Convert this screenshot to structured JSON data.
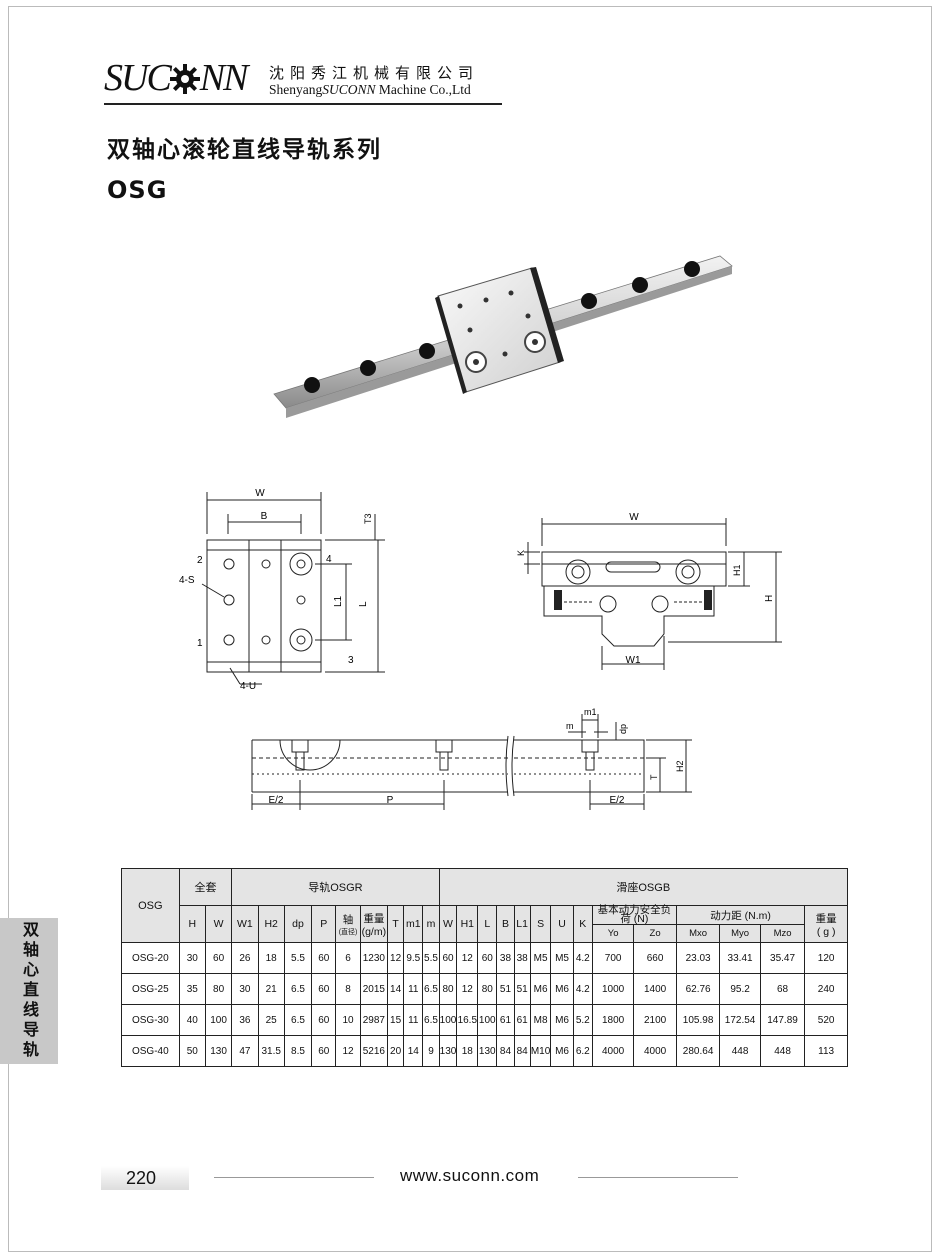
{
  "header": {
    "logo_text": "SUCONN",
    "company_cn": "沈阳秀江机械有限公司",
    "company_en_prefix": "Shenyang",
    "company_en_brand": "SUCONN",
    "company_en_suffix": "Machine Co.,Ltd"
  },
  "title": {
    "series_cn": "双轴心滚轮直线导轨系列",
    "model": "OSG"
  },
  "drawings": {
    "top_view": {
      "w": "W",
      "b": "B",
      "t3": "T3",
      "l": "L",
      "l1": "L1",
      "s": "4-S",
      "u": "4-U",
      "n1": "1",
      "n2": "2",
      "n3": "3",
      "n4": "4"
    },
    "front_view": {
      "w": "W",
      "k": "K",
      "h1": "H1",
      "h": "H",
      "w1": "W1"
    },
    "rail_view": {
      "m1": "m1",
      "m": "m",
      "dp": "dp",
      "t": "T",
      "h2": "H2",
      "e2a": "E/2",
      "p": "P",
      "e2b": "E/2"
    }
  },
  "table": {
    "group_osg": "OSG",
    "group_set": "全套",
    "group_rail": "导轨OSGR",
    "group_carriage": "滑座OSGB",
    "h": "H",
    "w": "W",
    "rail_cols": [
      "W1",
      "H2",
      "dp",
      "P"
    ],
    "shaft_label": "轴",
    "shaft_sub": "(直径)",
    "weight_label": "重量",
    "weight_unit": "(g/m)",
    "rail_cols2": [
      "T",
      "m1",
      "m"
    ],
    "carriage_cols": [
      "W",
      "H1",
      "L",
      "B",
      "L1",
      "S",
      "U",
      "K"
    ],
    "load_label": "基本动力安全负荷 (N)",
    "moment_label": "动力距 (N.m)",
    "carriage_weight": "重量",
    "carriage_weight_unit": "( g )",
    "load_sub": [
      "Yo",
      "Zo"
    ],
    "moment_sub": [
      "Mxo",
      "Myo",
      "Mzo"
    ],
    "rows": [
      [
        "OSG-20",
        "30",
        "60",
        "26",
        "18",
        "5.5",
        "60",
        "6",
        "1230",
        "12",
        "9.5",
        "5.5",
        "60",
        "12",
        "60",
        "38",
        "38",
        "M5",
        "M5",
        "4.2",
        "700",
        "660",
        "23.03",
        "33.41",
        "35.47",
        "120"
      ],
      [
        "OSG-25",
        "35",
        "80",
        "30",
        "21",
        "6.5",
        "60",
        "8",
        "2015",
        "14",
        "11",
        "6.5",
        "80",
        "12",
        "80",
        "51",
        "51",
        "M6",
        "M6",
        "4.2",
        "1000",
        "1400",
        "62.76",
        "95.2",
        "68",
        "240"
      ],
      [
        "OSG-30",
        "40",
        "100",
        "36",
        "25",
        "6.5",
        "60",
        "10",
        "2987",
        "15",
        "11",
        "6.5",
        "100",
        "16.5",
        "100",
        "61",
        "61",
        "M8",
        "M6",
        "5.2",
        "1800",
        "2100",
        "105.98",
        "172.54",
        "147.89",
        "520"
      ],
      [
        "OSG-40",
        "50",
        "130",
        "47",
        "31.5",
        "8.5",
        "60",
        "12",
        "5216",
        "20",
        "14",
        "9",
        "130",
        "18",
        "130",
        "84",
        "84",
        "M10",
        "M6",
        "6.2",
        "4000",
        "4000",
        "280.64",
        "448",
        "448",
        "113"
      ]
    ]
  },
  "side_tab": "双轴心直线导轨",
  "footer": {
    "page_number": "220",
    "website": "www.suconn.com"
  }
}
